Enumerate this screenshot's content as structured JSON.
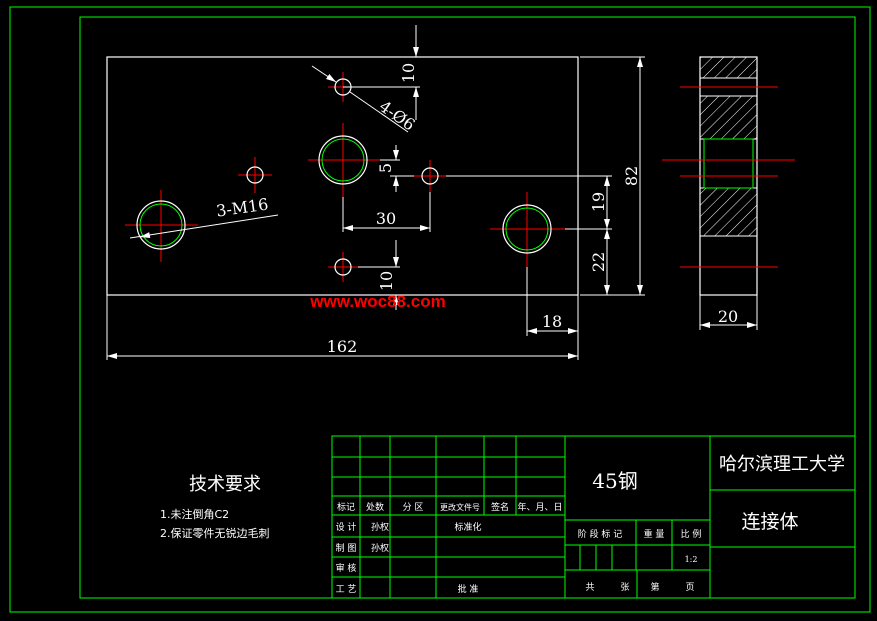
{
  "colors": {
    "background": "#000000",
    "frame": "#00ff00",
    "outline": "#ffffff",
    "centerline": "#ff0000",
    "dimension": "#ffffff",
    "watermark": "#ff0000"
  },
  "drawing": {
    "dims": {
      "d10_top": "10",
      "holes_4": "4-Ø6",
      "d5": "5",
      "d82": "82",
      "m16": "3-M16",
      "d30": "30",
      "d19": "19",
      "d22": "22",
      "d10_bottom": "10",
      "d18": "18",
      "d162": "162",
      "d20": "20"
    },
    "watermark": "www.woc88.com"
  },
  "notes": {
    "title": "技术要求",
    "items": [
      "1.未注倒角C2",
      "2.保证零件无锐边毛刺"
    ]
  },
  "title_block": {
    "material": "45钢",
    "school": "哈尔滨理工大学",
    "part_name": "连接体",
    "header": [
      "标记",
      "处数",
      "分 区",
      "更改文件号",
      "签名",
      "年、月、日"
    ],
    "rows": {
      "design": "设 计",
      "design_name": "孙权",
      "standard": "标准化",
      "draw": "制 图",
      "draw_name": "孙权",
      "check": "审 核",
      "process": "工 艺",
      "approve": "批 准"
    },
    "stage_cols": [
      "阶 段 标 记",
      "重 量",
      "比 例"
    ],
    "scale": "1:2",
    "sheet": [
      "共",
      "张",
      "第",
      "页"
    ]
  }
}
